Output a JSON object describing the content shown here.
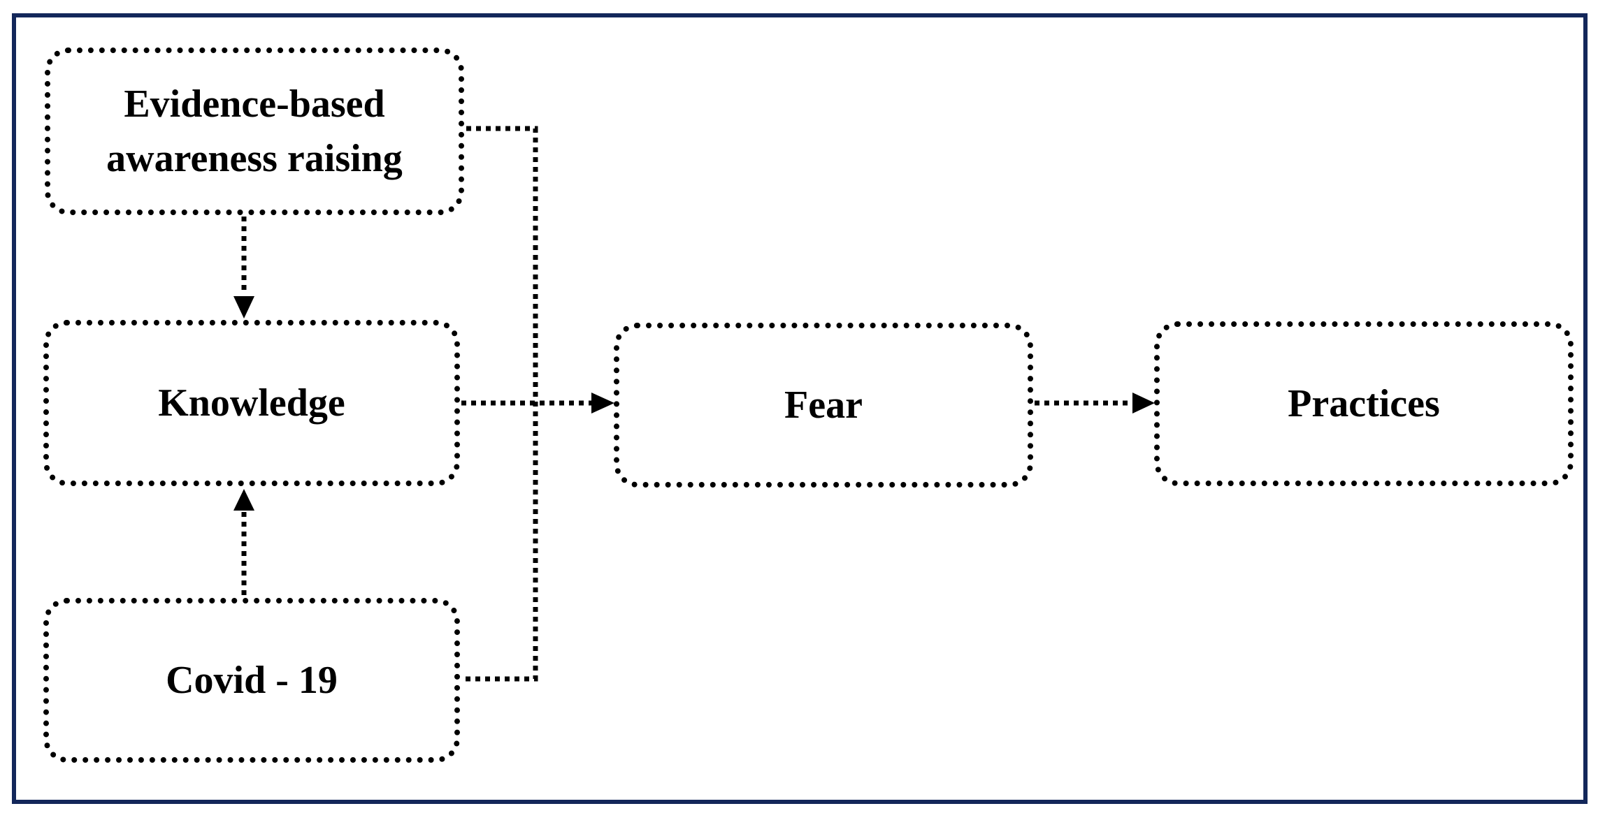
{
  "nodes": {
    "evidence": "Evidence-based\nawareness raising",
    "knowledge": "Knowledge",
    "covid": "Covid - 19",
    "fear": "Fear",
    "practices": "Practices"
  },
  "edges": [
    {
      "from": "evidence",
      "to": "knowledge"
    },
    {
      "from": "covid",
      "to": "knowledge"
    },
    {
      "from": "knowledge",
      "to": "fear"
    },
    {
      "from": "evidence",
      "to": "fear"
    },
    {
      "from": "covid",
      "to": "fear"
    },
    {
      "from": "fear",
      "to": "practices"
    }
  ],
  "colors": {
    "frame": "#13275a",
    "stroke": "#000000",
    "background": "#ffffff"
  }
}
